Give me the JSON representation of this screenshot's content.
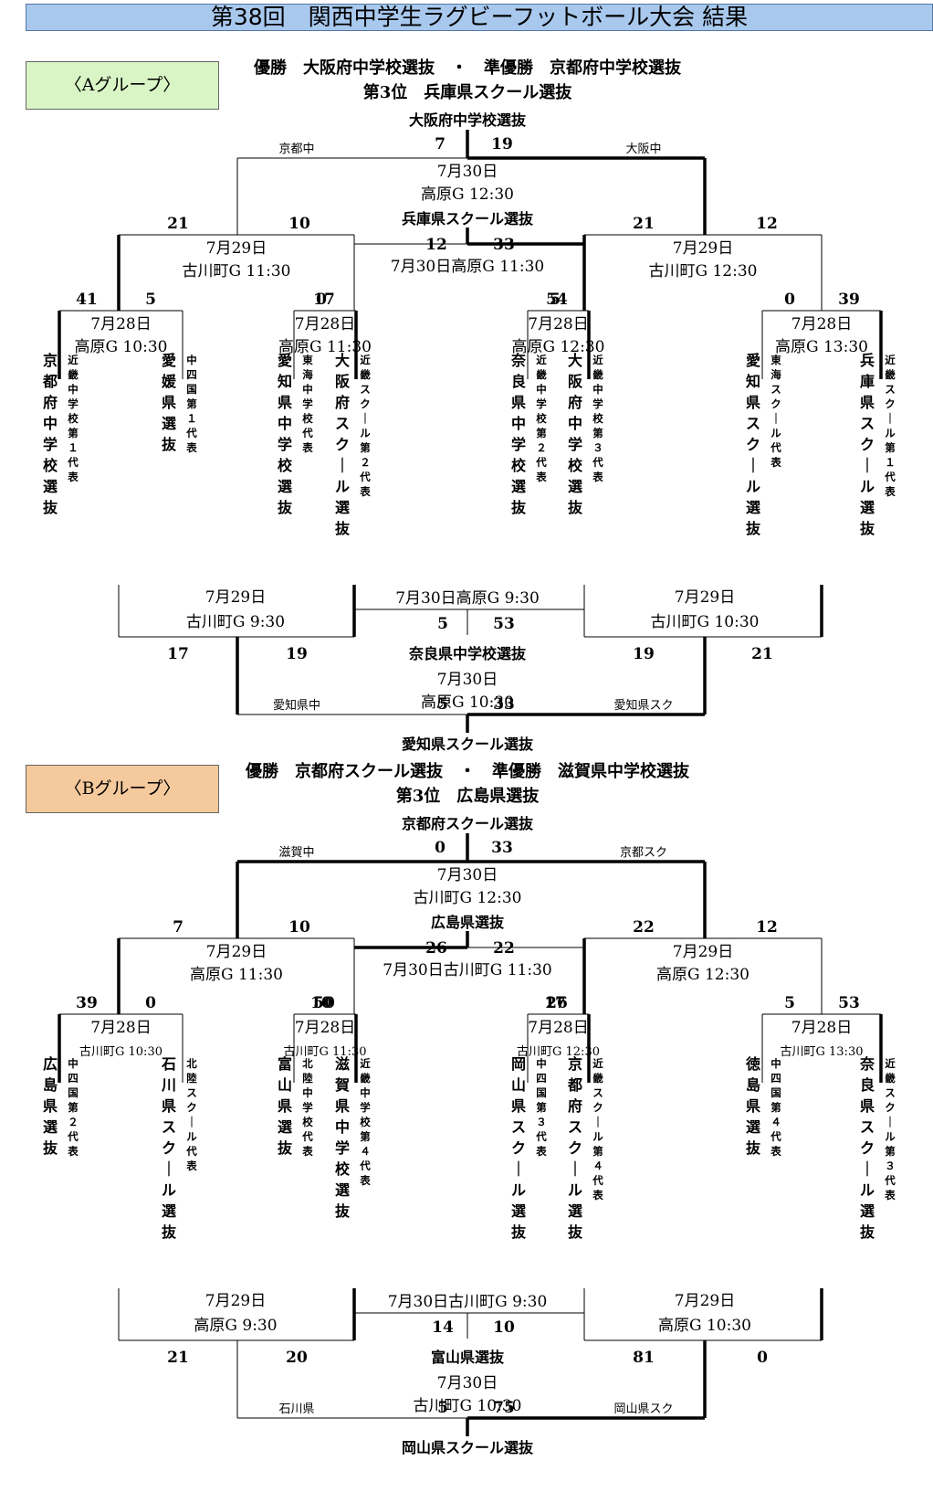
{
  "title": "第38回　関西中学生ラグビーフットボール大会 結果",
  "groups": [
    {
      "label": "〈Aグループ〉",
      "result_line1": "優勝　大阪府中学校選抜　・　準優勝　京都府中学校選抜",
      "result_line2": "第3位　兵庫県スクール選抜",
      "final_winner": "大阪府中学校選抜",
      "final": {
        "left_abbr": "京都中",
        "right_abbr": "大阪中",
        "score_left": "7",
        "score_right": "19",
        "date": "7月30日",
        "venue": "高原G 12:30"
      },
      "third_place": {
        "winner": "兵庫県スクール選抜",
        "label": "7月30日高原G 11:30",
        "score_left": "12",
        "score_right": "33"
      },
      "semis": [
        {
          "date": "7月29日",
          "venue": "古川町G 11:30",
          "score_left": "21",
          "score_right": "10"
        },
        {
          "date": "7月29日",
          "venue": "古川町G 12:30",
          "score_left": "21",
          "score_right": "12"
        }
      ],
      "quarters": [
        {
          "date": "7月28日",
          "venue": "高原G 10:30",
          "score_left": "41",
          "score_right": "5"
        },
        {
          "date": "7月28日",
          "venue": "高原G 11:30",
          "score_left": "0",
          "score_right": "17"
        },
        {
          "date": "7月28日",
          "venue": "高原G 12:30",
          "score_left": "5",
          "score_right": "54"
        },
        {
          "date": "7月28日",
          "venue": "高原G 13:30",
          "score_left": "0",
          "score_right": "39"
        }
      ],
      "teams": [
        {
          "name": "京都府中学校選抜",
          "note": "近畿中学校第１代表"
        },
        {
          "name": "愛媛県選抜",
          "note": "中四国第１代表"
        },
        {
          "name": "愛知県中学校選抜",
          "note": "東海中学校代表"
        },
        {
          "name": "大阪府スクール選抜",
          "note": "近畿スクール第２代表"
        },
        {
          "name": "奈良県中学校選抜",
          "note": "近畿中学校第２代表"
        },
        {
          "name": "大阪府中学校選抜",
          "note": "近畿中学校第３代表"
        },
        {
          "name": "愛知県スクール選抜",
          "note": "東海スクール代表"
        },
        {
          "name": "兵庫県スクール選抜",
          "note": "近畿スクール第１代表"
        }
      ],
      "consolation": {
        "left": {
          "date": "7月29日",
          "venue": "古川町G 9:30",
          "score_left": "17",
          "score_right": "19"
        },
        "right": {
          "date": "7月29日",
          "venue": "古川町G 10:30",
          "score_left": "19",
          "score_right": "21"
        },
        "third": {
          "label": "7月30日高原G 9:30",
          "score_left": "5",
          "score_right": "53",
          "winner": "奈良県中学校選抜"
        },
        "final": {
          "date": "7月30日",
          "venue": "高原G 10:30",
          "left_abbr": "愛知県中",
          "right_abbr": "愛知県スク",
          "score_left": "5",
          "score_right": "33",
          "winner": "愛知県スクール選抜"
        }
      }
    },
    {
      "label": "〈Bグループ〉",
      "result_line1": "優勝　京都府スクール選抜　・　準優勝　滋賀県中学校選抜",
      "result_line2": "第3位　広島県選抜",
      "final_winner": "京都府スクール選抜",
      "final": {
        "left_abbr": "滋賀中",
        "right_abbr": "京都スク",
        "score_left": "0",
        "score_right": "33",
        "date": "7月30日",
        "venue": "古川町G 12:30"
      },
      "third_place": {
        "winner": "広島県選抜",
        "label": "7月30日古川町G 11:30",
        "score_left": "26",
        "score_right": "22"
      },
      "semis": [
        {
          "date": "7月29日",
          "venue": "高原G 11:30",
          "score_left": "7",
          "score_right": "10"
        },
        {
          "date": "7月29日",
          "venue": "高原G 12:30",
          "score_left": "22",
          "score_right": "12"
        }
      ],
      "quarters": [
        {
          "date": "7月28日",
          "venue": "古川町G 10:30",
          "score_left": "39",
          "score_right": "0"
        },
        {
          "date": "7月28日",
          "venue": "古川町G 11:30",
          "score_left": "10",
          "score_right": "50"
        },
        {
          "date": "7月28日",
          "venue": "古川町G 12:30",
          "score_left": "17",
          "score_right": "26"
        },
        {
          "date": "7月28日",
          "venue": "古川町G 13:30",
          "score_left": "5",
          "score_right": "53"
        }
      ],
      "teams": [
        {
          "name": "広島県選抜",
          "note": "中四国第２代表"
        },
        {
          "name": "石川県スクール選抜",
          "note": "北陸スクール代表"
        },
        {
          "name": "富山県選抜",
          "note": "北陸中学校代表"
        },
        {
          "name": "滋賀県中学校選抜",
          "note": "近畿中学校第４代表"
        },
        {
          "name": "岡山県スクール選抜",
          "note": "中四国第３代表"
        },
        {
          "name": "京都府スクール選抜",
          "note": "近畿スクール第４代表"
        },
        {
          "name": "徳島県選抜",
          "note": "中四国第４代表"
        },
        {
          "name": "奈良県スクール選抜",
          "note": "近畿スクール第３代表"
        }
      ],
      "consolation": {
        "left": {
          "date": "7月29日",
          "venue": "高原G 9:30",
          "score_left": "21",
          "score_right": "20"
        },
        "right": {
          "date": "7月29日",
          "venue": "高原G 10:30",
          "score_left": "81",
          "score_right": "0"
        },
        "third": {
          "label": "7月30日古川町G 9:30",
          "score_left": "14",
          "score_right": "10",
          "winner": "富山県選抜"
        },
        "final": {
          "date": "7月30日",
          "venue": "古川町G 10:30",
          "left_abbr": "石川県",
          "right_abbr": "岡山県スク",
          "score_left": "5",
          "score_right": "75",
          "winner": "岡山県スクール選抜"
        }
      }
    }
  ]
}
